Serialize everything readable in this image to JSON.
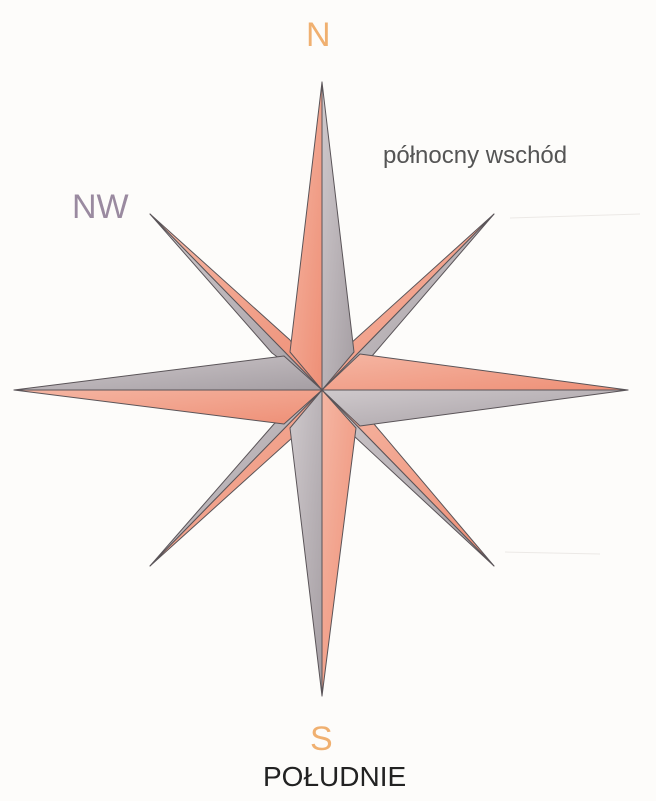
{
  "labels": {
    "north": "N",
    "south": "S",
    "northwest": "NW",
    "northeast_word": "północny wschód",
    "south_word": "POŁUDNIE"
  },
  "colors": {
    "salmon": "#f29a82",
    "grey": "#b4aeb2",
    "outline": "#5a5458",
    "cardinal_letter": "#f0b070",
    "nw_letter": "#9a8aa0"
  }
}
